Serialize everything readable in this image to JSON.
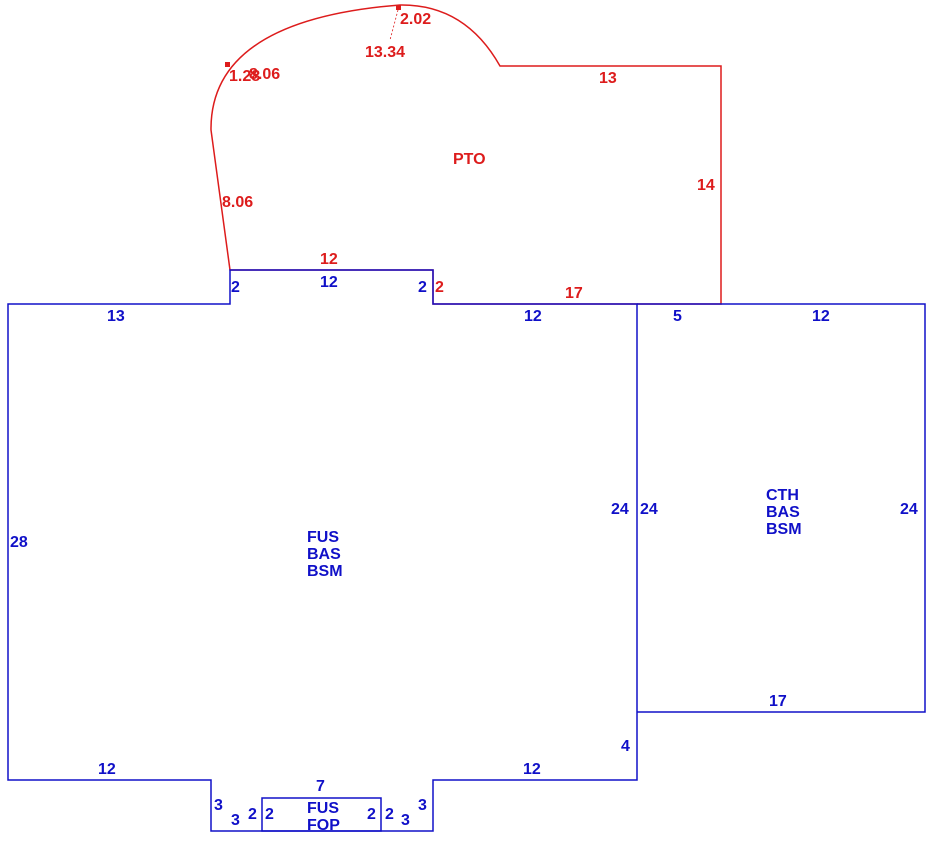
{
  "colors": {
    "patio": "#dd1c1c",
    "house": "#1010c8"
  },
  "patio": {
    "code": "PTO",
    "dims": {
      "top_right": "13",
      "right": "14",
      "bottom_right": "17",
      "bottom_step": "2",
      "bottom_left": "12",
      "left_side": "8.06",
      "arc_length": "13.34",
      "arc_dim_a": "1.28",
      "arc_dim_b": "8.06",
      "arc_dim_c": "2.02"
    }
  },
  "main_house": {
    "codes": [
      "FUS",
      "BAS",
      "BSM"
    ],
    "dims": {
      "top_left": "13",
      "notch_left": "2",
      "notch_top": "12",
      "notch_right": "2",
      "top_right": "12",
      "right_upper": "24",
      "right_lower": "4",
      "left": "28",
      "bottom_left": "12",
      "bottom_right": "12",
      "step_left_side": "3",
      "step_left_bottom": "3",
      "step_right_side": "3",
      "step_right_bottom": "3",
      "porch_top": "7"
    }
  },
  "porch": {
    "codes": [
      "FUS",
      "FOP"
    ],
    "dims": {
      "left": "2",
      "right": "2",
      "outer_left": "2",
      "outer_right": "2"
    }
  },
  "side_wing": {
    "codes": [
      "CTH",
      "BAS",
      "BSM"
    ],
    "dims": {
      "top_left": "5",
      "top": "12",
      "left": "24",
      "right": "24",
      "bottom": "17"
    }
  }
}
